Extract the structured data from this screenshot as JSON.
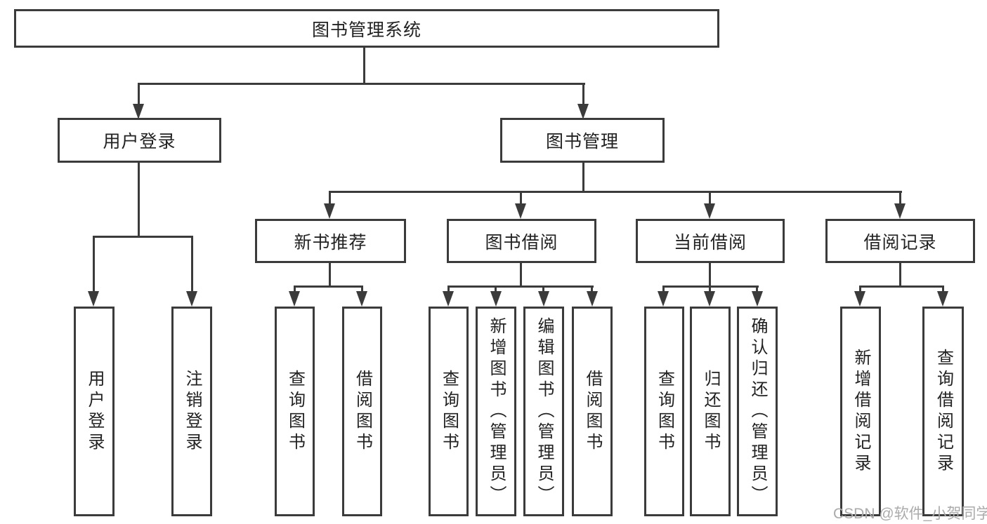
{
  "diagram": {
    "title_note": "library management system functional structure diagram",
    "root": {
      "label": "图书管理系统"
    },
    "level2": [
      {
        "label": "用户登录"
      },
      {
        "label": "图书管理"
      }
    ],
    "level3": [
      {
        "label": "新书推荐"
      },
      {
        "label": "图书借阅"
      },
      {
        "label": "当前借阅"
      },
      {
        "label": "借阅记录"
      }
    ],
    "leaves": {
      "user_login": [
        {
          "label": "用户登录"
        },
        {
          "label": "注销登录"
        }
      ],
      "new_books": [
        {
          "label": "查询图书"
        },
        {
          "label": "借阅图书"
        }
      ],
      "book_borrow": [
        {
          "label": "查询图书"
        },
        {
          "label": "新增图书（管理员）"
        },
        {
          "label": "编辑图书（管理员）"
        },
        {
          "label": "借阅图书"
        }
      ],
      "current_borrow": [
        {
          "label": "查询图书"
        },
        {
          "label": "归还图书"
        },
        {
          "label": "确认归还（管理员）"
        }
      ],
      "borrow_records": [
        {
          "label": "新增借阅记录"
        },
        {
          "label": "查询借阅记录"
        }
      ]
    },
    "colors": {
      "line": "#3b3b3b",
      "text": "#222222",
      "background": "#ffffff",
      "watermark": "#ababab"
    }
  },
  "watermark": {
    "text": "CSDN @软件_小贺同学"
  }
}
